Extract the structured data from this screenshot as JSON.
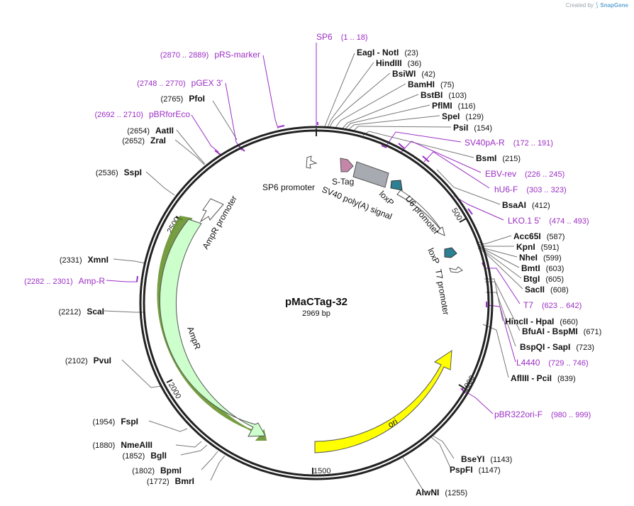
{
  "credit": {
    "prefix": "Created by",
    "brand": "SnapGene"
  },
  "plasmid": {
    "name": "pMaCTag-32",
    "size_label": "2969 bp"
  },
  "colors": {
    "primer": "#9b2ec4",
    "site": "#000000",
    "ori": "#ffff00",
    "ampr": "#ccffcc",
    "loxp": "#2c8093",
    "stag": "#c587a8",
    "polya": "#a7aab0"
  },
  "ticks": [
    "500",
    "1000",
    "1500",
    "2000",
    "2500"
  ],
  "sites": [
    {
      "name": "EagI  -  NotI",
      "pos": "(23)"
    },
    {
      "name": "HindIII",
      "pos": "(36)"
    },
    {
      "name": "BsiWI",
      "pos": "(42)"
    },
    {
      "name": "BamHI",
      "pos": "(75)"
    },
    {
      "name": "BstBI",
      "pos": "(103)"
    },
    {
      "name": "PflMI",
      "pos": "(116)"
    },
    {
      "name": "SpeI",
      "pos": "(129)"
    },
    {
      "name": "PsiI",
      "pos": "(154)"
    },
    {
      "name": "BsmI",
      "pos": "(215)"
    },
    {
      "name": "BsaAI",
      "pos": "(412)"
    },
    {
      "name": "Acc65I",
      "pos": "(587)"
    },
    {
      "name": "KpnI",
      "pos": "(591)"
    },
    {
      "name": "NheI",
      "pos": "(599)"
    },
    {
      "name": "BmtI",
      "pos": "(603)"
    },
    {
      "name": "BtgI",
      "pos": "(605)"
    },
    {
      "name": "SacII",
      "pos": "(608)"
    },
    {
      "name": "HincII  -  HpaI",
      "pos": "(660)"
    },
    {
      "name": "BfuAI  -  BspMI",
      "pos": "(671)"
    },
    {
      "name": "BspQI  -  SapI",
      "pos": "(723)"
    },
    {
      "name": "AflIII  -  PciI",
      "pos": "(839)"
    },
    {
      "name": "BseYI",
      "pos": "(1143)"
    },
    {
      "name": "PspFI",
      "pos": "(1147)"
    },
    {
      "name": "AlwNI",
      "pos": "(1255)"
    },
    {
      "name": "BmrI",
      "pos": "(1772)"
    },
    {
      "name": "BpmI",
      "pos": "(1802)"
    },
    {
      "name": "BglI",
      "pos": "(1852)"
    },
    {
      "name": "NmeAIII",
      "pos": "(1880)"
    },
    {
      "name": "FspI",
      "pos": "(1954)"
    },
    {
      "name": "PvuI",
      "pos": "(2102)"
    },
    {
      "name": "ScaI",
      "pos": "(2212)"
    },
    {
      "name": "XmnI",
      "pos": "(2331)"
    },
    {
      "name": "SspI",
      "pos": "(2536)"
    },
    {
      "name": "ZraI",
      "pos": "(2652)"
    },
    {
      "name": "AatII",
      "pos": "(2654)"
    },
    {
      "name": "PfoI",
      "pos": "(2765)"
    }
  ],
  "primers": [
    {
      "name": "SP6",
      "range": "(1 .. 18)"
    },
    {
      "name": "SV40pA-R",
      "range": "(172 .. 191)"
    },
    {
      "name": "EBV-rev",
      "range": "(226 .. 245)"
    },
    {
      "name": "hU6-F",
      "range": "(303 .. 323)"
    },
    {
      "name": "LKO.1 5'",
      "range": "(474 .. 493)"
    },
    {
      "name": "T7",
      "range": "(623 .. 642)"
    },
    {
      "name": "L4440",
      "range": "(729 .. 746)"
    },
    {
      "name": "pBR322ori-F",
      "range": "(980 .. 999)"
    },
    {
      "name": "Amp-R",
      "range": "(2282 .. 2301)"
    },
    {
      "name": "pBRforEco",
      "range": "(2692 .. 2710)"
    },
    {
      "name": "pGEX 3'",
      "range": "(2748 .. 2770)"
    },
    {
      "name": "pRS-marker",
      "range": "(2870 .. 2889)"
    }
  ],
  "features": [
    {
      "name": "SP6 promoter"
    },
    {
      "name": "S-Tag"
    },
    {
      "name": "SV40 poly(A) signal"
    },
    {
      "name": "loxP"
    },
    {
      "name": "U6 promoter"
    },
    {
      "name": "loxP"
    },
    {
      "name": "T7 promoter"
    },
    {
      "name": "ori"
    },
    {
      "name": "AmpR"
    },
    {
      "name": "AmpR promoter"
    }
  ]
}
